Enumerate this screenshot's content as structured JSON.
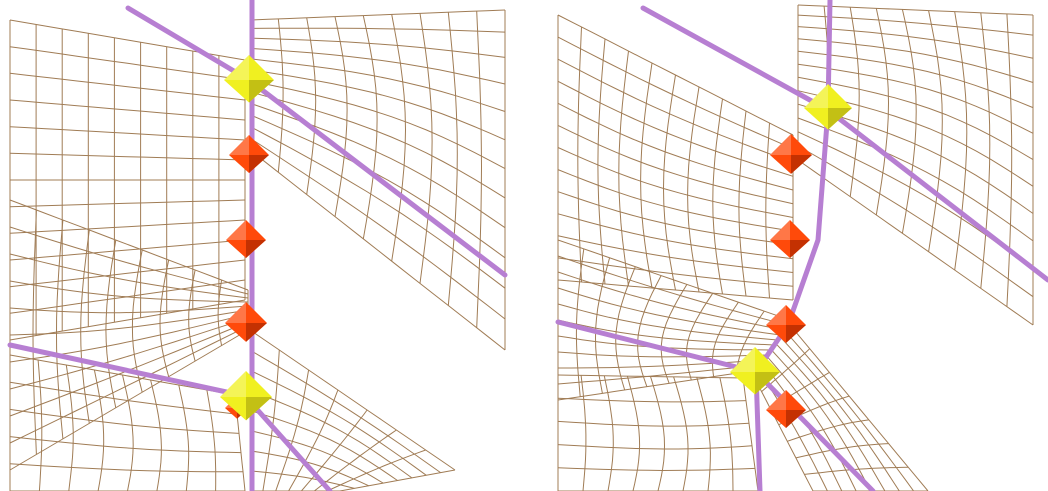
{
  "figure": {
    "panels": [
      {
        "id": "left",
        "kind": "mesh-view"
      },
      {
        "id": "right",
        "kind": "mesh-view"
      }
    ]
  },
  "colors": {
    "background": "#ffffff",
    "mesh_line": "#a07c55",
    "edge_line": "#b77fd2",
    "node_yellow": "#f0f020",
    "node_yellow_shadow": "#b4b010",
    "node_orange": "#ff4a0a",
    "node_orange_shadow": "#b02a00"
  },
  "icons": {
    "yellow_node": "diamond-yellow",
    "orange_node": "diamond-orange"
  }
}
